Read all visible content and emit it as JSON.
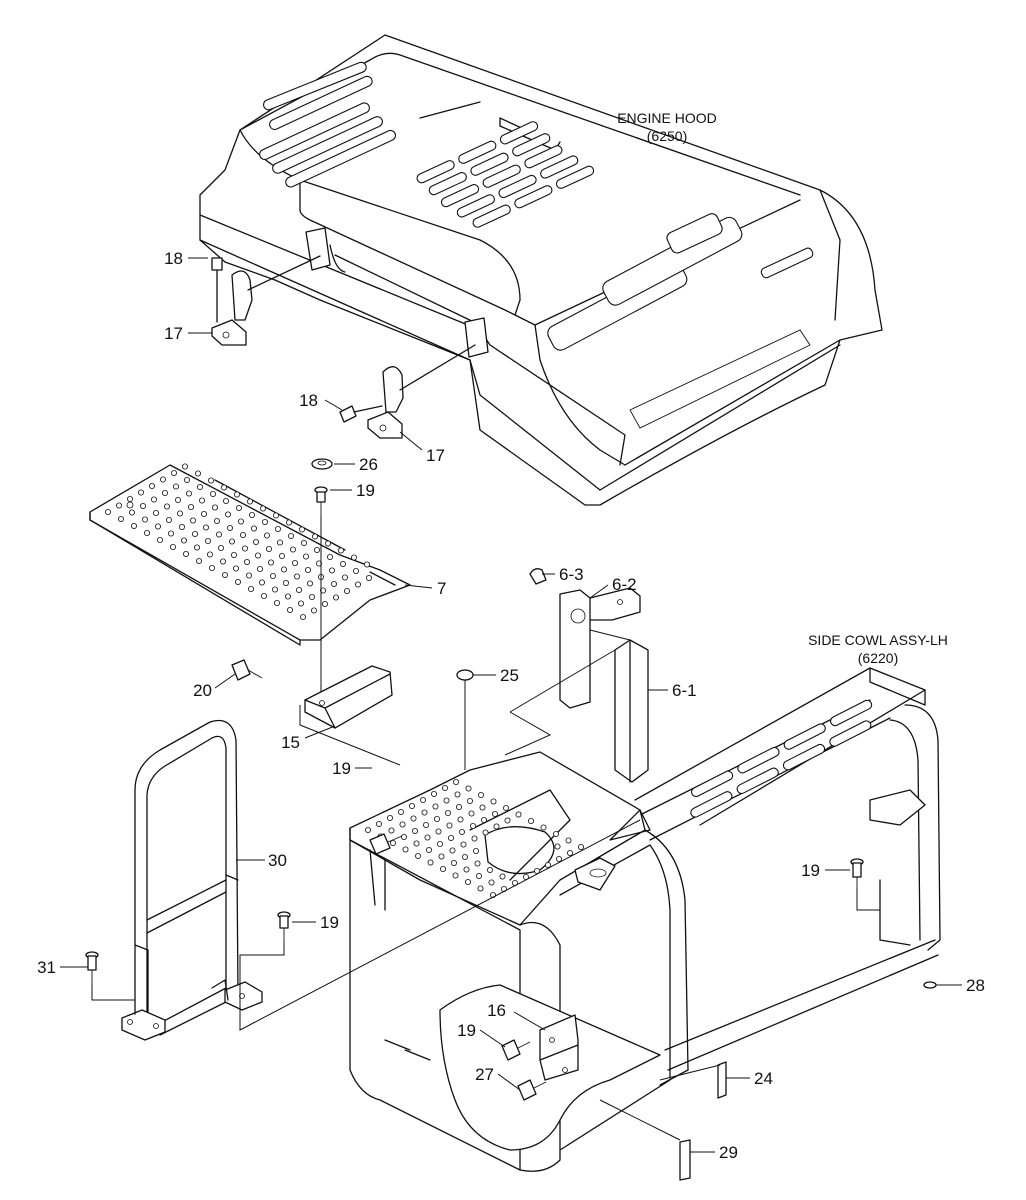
{
  "assemblies": {
    "engine_hood": {
      "name": "ENGINE HOOD",
      "code": "(6250)"
    },
    "side_cowl": {
      "name": "SIDE COWL ASSY-LH",
      "code": "(6220)"
    }
  },
  "callouts": {
    "c18a": "18",
    "c17a": "17",
    "c18b": "18",
    "c17b": "17",
    "c26": "26",
    "c19a": "19",
    "c7": "7",
    "c63": "6-3",
    "c62": "6-2",
    "c61": "6-1",
    "c25": "25",
    "c20": "20",
    "c15": "15",
    "c19b": "19",
    "c30": "30",
    "c19c": "19",
    "c31": "31",
    "c16": "16",
    "c19d": "19",
    "c27": "27",
    "c24": "24",
    "c29": "29",
    "c19e": "19",
    "c28": "28"
  }
}
